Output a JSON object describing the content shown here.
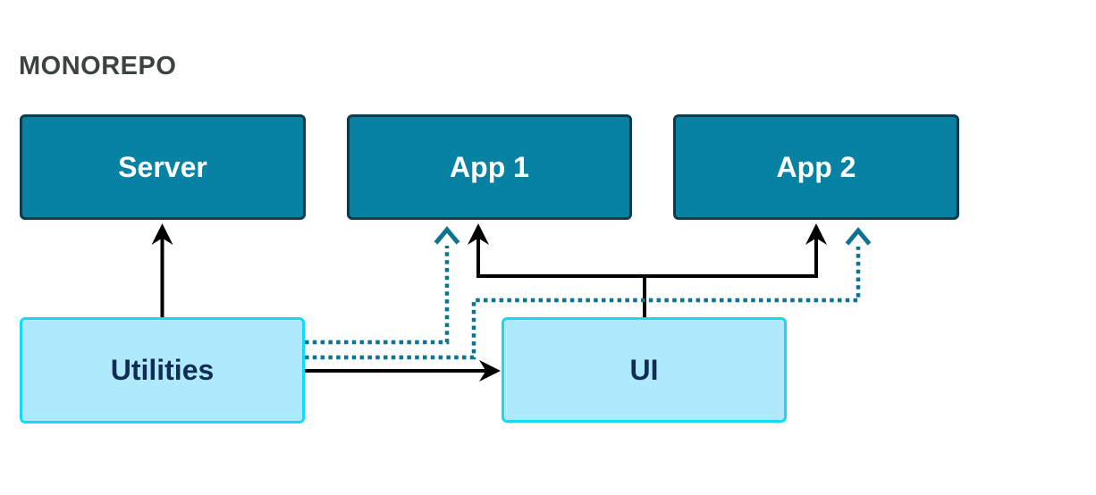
{
  "title": "MONOREPO",
  "diagram": {
    "nodes": [
      {
        "id": "server",
        "label": "Server",
        "type": "package"
      },
      {
        "id": "app1",
        "label": "App 1",
        "type": "package"
      },
      {
        "id": "app2",
        "label": "App 2",
        "type": "package"
      },
      {
        "id": "utilities",
        "label": "Utilities",
        "type": "library"
      },
      {
        "id": "ui",
        "label": "UI",
        "type": "library"
      }
    ],
    "edges": [
      {
        "from": "utilities",
        "to": "server",
        "style": "solid"
      },
      {
        "from": "utilities",
        "to": "ui",
        "style": "solid"
      },
      {
        "from": "ui",
        "to": "app1",
        "style": "solid"
      },
      {
        "from": "ui",
        "to": "app2",
        "style": "solid"
      },
      {
        "from": "utilities",
        "to": "app1",
        "style": "dashed"
      },
      {
        "from": "utilities",
        "to": "app2",
        "style": "dashed"
      }
    ],
    "colors": {
      "package_fill": "#0782a3",
      "package_border": "#0d3b4c",
      "package_text": "#ffffff",
      "library_fill": "#aeeafc",
      "library_border": "#16d9f8",
      "library_text": "#112c55",
      "solid_edge": "#000000",
      "dashed_edge": "#0e7392",
      "title_text": "#3c4242",
      "background": "#ffffff"
    }
  }
}
